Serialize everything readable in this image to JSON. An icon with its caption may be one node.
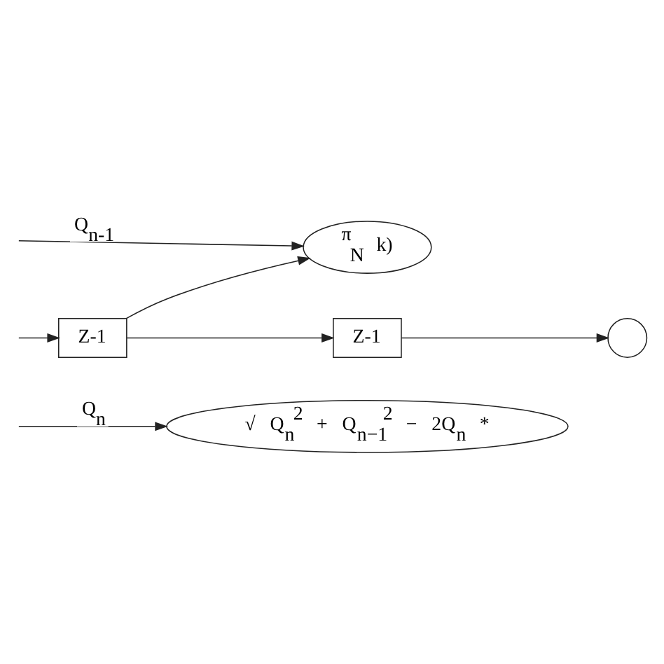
{
  "diagram": {
    "nodes": [
      {
        "text": [
          "√ Q$_{n}$$^{2}$ + Q$_{n−1}$$^{2}$ − 2Q$_{n}$ *"
        ]
      },
      {
        "text": [
          "Z-1"
        ]
      },
      {
        "text": [
          "$^{π}$$_{N}$ k)"
        ]
      },
      {
        "text": [
          "Z-1"
        ]
      },
      {
        "text": [],
        "shape": "circle"
      }
    ],
    "edges": [
      {
        "from": null,
        "to": 0,
        "arrow": "to",
        "label": "Q$_{n}$"
      },
      {
        "from": null,
        "to": 1,
        "arrow": "to"
      },
      {
        "from": 1,
        "to": 3,
        "arrow": "to"
      },
      {
        "from": 1,
        "to": 2,
        "arrow": "to"
      },
      {
        "from": null,
        "to": 2,
        "arrow": "to",
        "label": "Q$_{n-1}$"
      },
      {
        "from": 3,
        "to": 4,
        "arrow": "to"
      }
    ]
  }
}
